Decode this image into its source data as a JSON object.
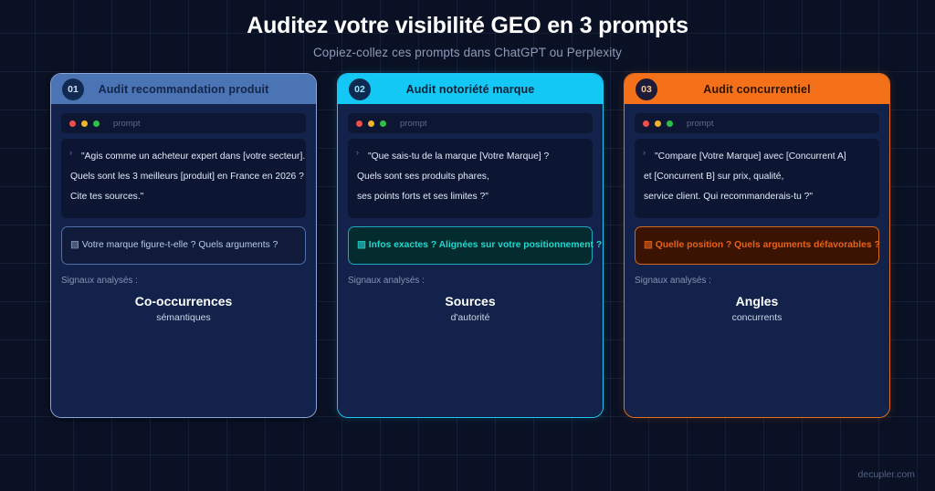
{
  "header": {
    "title": "Auditez votre visibilité GEO en 3 prompts",
    "subtitle": "Copiez-collez ces prompts dans ChatGPT ou Perplexity"
  },
  "watermark": "decupler.com",
  "terminal": {
    "label": "prompt",
    "dots": [
      "red",
      "yellow",
      "green"
    ]
  },
  "signals_label": "Signaux analysés :",
  "warn_glyph": "▧",
  "colors": {
    "background": "#0a1124",
    "card_bg": "#13224a",
    "card1_accent": "#4a74b4",
    "card2_accent": "#13c8f5",
    "card3_accent": "#f4711a",
    "title": "#ffffff",
    "subtitle": "#8d9bb8"
  },
  "cards": [
    {
      "number": "01",
      "title": "Audit recommandation produit",
      "terminal_label": "prompt",
      "prompt_lines": [
        "\"Agis comme un acheteur expert dans [votre secteur].",
        "Quels sont les 3 meilleurs [produit] en France en 2026 ?",
        "Cite tes sources.\""
      ],
      "callout": "Votre marque figure-t-elle ? Quels arguments ?",
      "signals_label": "Signaux analysés :",
      "signal_main": "Co-occurrences",
      "signal_sub": "sémantiques"
    },
    {
      "number": "02",
      "title": "Audit notoriété marque",
      "terminal_label": "prompt",
      "prompt_lines": [
        "\"Que sais-tu de la marque [Votre Marque] ?",
        "Quels sont ses produits phares,",
        "ses points forts et ses limites ?\""
      ],
      "callout": "Infos exactes ? Alignées sur votre positionnement ?",
      "signals_label": "Signaux analysés :",
      "signal_main": "Sources",
      "signal_sub": "d'autorité"
    },
    {
      "number": "03",
      "title": "Audit concurrentiel",
      "terminal_label": "prompt",
      "prompt_lines": [
        "\"Compare [Votre Marque] avec [Concurrent A]",
        "et [Concurrent B] sur prix, qualité,",
        "service client. Qui recommanderais-tu ?\""
      ],
      "callout": "Quelle position ? Quels arguments défavorables ?",
      "signals_label": "Signaux analysés :",
      "signal_main": "Angles",
      "signal_sub": "concurrents"
    }
  ]
}
